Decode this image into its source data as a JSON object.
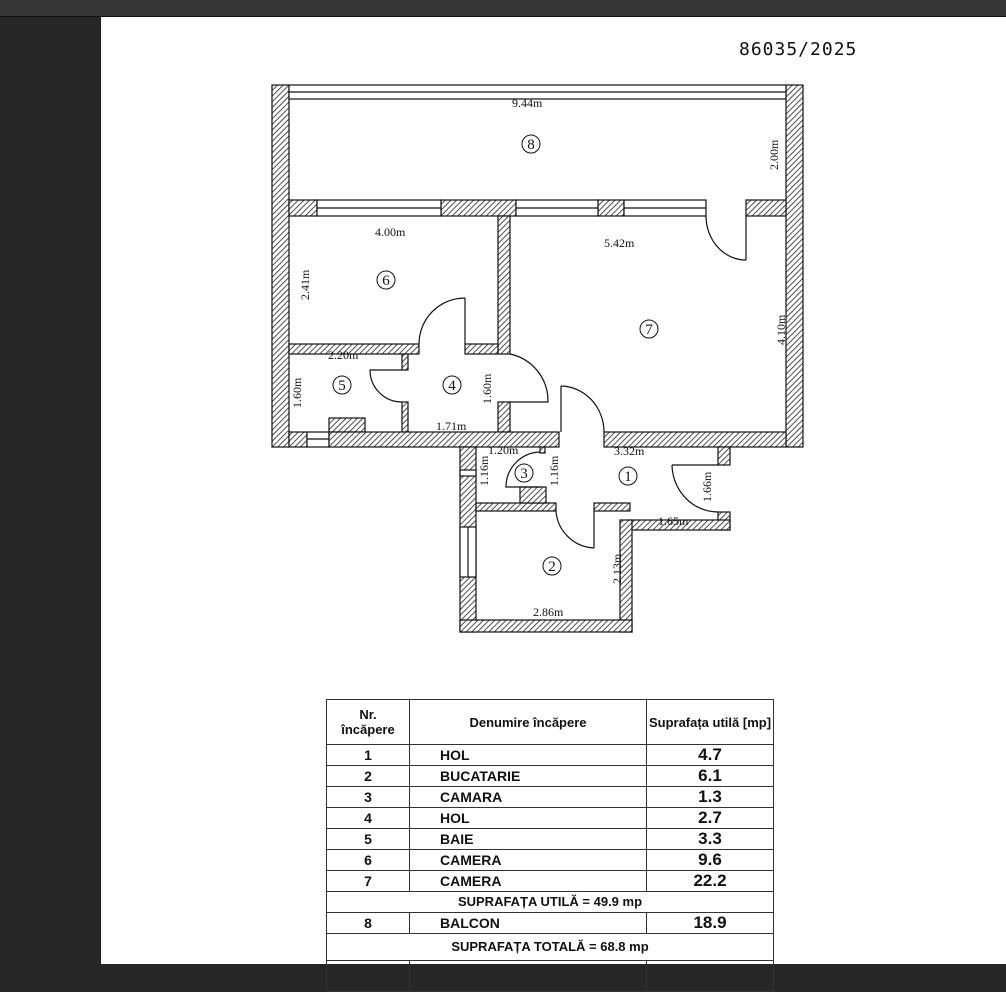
{
  "viewer": {
    "background": "#272727",
    "topbar_color": "#363636"
  },
  "document": {
    "number": "86035/2025"
  },
  "floor_plan": {
    "rooms": [
      {
        "nr": "1",
        "label_dims": [
          "3.32m",
          "1.66m",
          "1.65m"
        ]
      },
      {
        "nr": "2",
        "label_dims": [
          "2.86m",
          "2.13m"
        ]
      },
      {
        "nr": "3",
        "label_dims": [
          "1.20m",
          "1.16m",
          "1.16m"
        ]
      },
      {
        "nr": "4",
        "label_dims": [
          "1.71m",
          "1.60m"
        ]
      },
      {
        "nr": "5",
        "label_dims": [
          "2.20m",
          "1.60m"
        ]
      },
      {
        "nr": "6",
        "label_dims": [
          "4.00m",
          "2.41m"
        ]
      },
      {
        "nr": "7",
        "label_dims": [
          "5.42m",
          "4.10m"
        ]
      },
      {
        "nr": "8",
        "label_dims": [
          "9.44m",
          "2.00m"
        ]
      }
    ]
  },
  "table": {
    "headers": {
      "nr": "Nr. încăpere",
      "nr_line1": "Nr.",
      "nr_line2": "încăpere",
      "name": "Denumire încăpere",
      "area": "Suprafața utilă [mp]"
    },
    "rows": [
      {
        "nr": "1",
        "name": "HOL",
        "area": "4.7"
      },
      {
        "nr": "2",
        "name": "BUCATARIE",
        "area": "6.1"
      },
      {
        "nr": "3",
        "name": "CAMARA",
        "area": "1.3"
      },
      {
        "nr": "4",
        "name": "HOL",
        "area": "2.7"
      },
      {
        "nr": "5",
        "name": "BAIE",
        "area": "3.3"
      },
      {
        "nr": "6",
        "name": "CAMERA",
        "area": "9.6"
      },
      {
        "nr": "7",
        "name": "CAMERA",
        "area": "22.2"
      }
    ],
    "useful_total": "SUPRAFAȚA UTILĂ =  49.9  mp",
    "balcony": {
      "nr": "8",
      "name": "BALCON",
      "area": "18.9"
    },
    "grand_total": "SUPRAFAȚA TOTALĂ =    68.8   mp"
  }
}
